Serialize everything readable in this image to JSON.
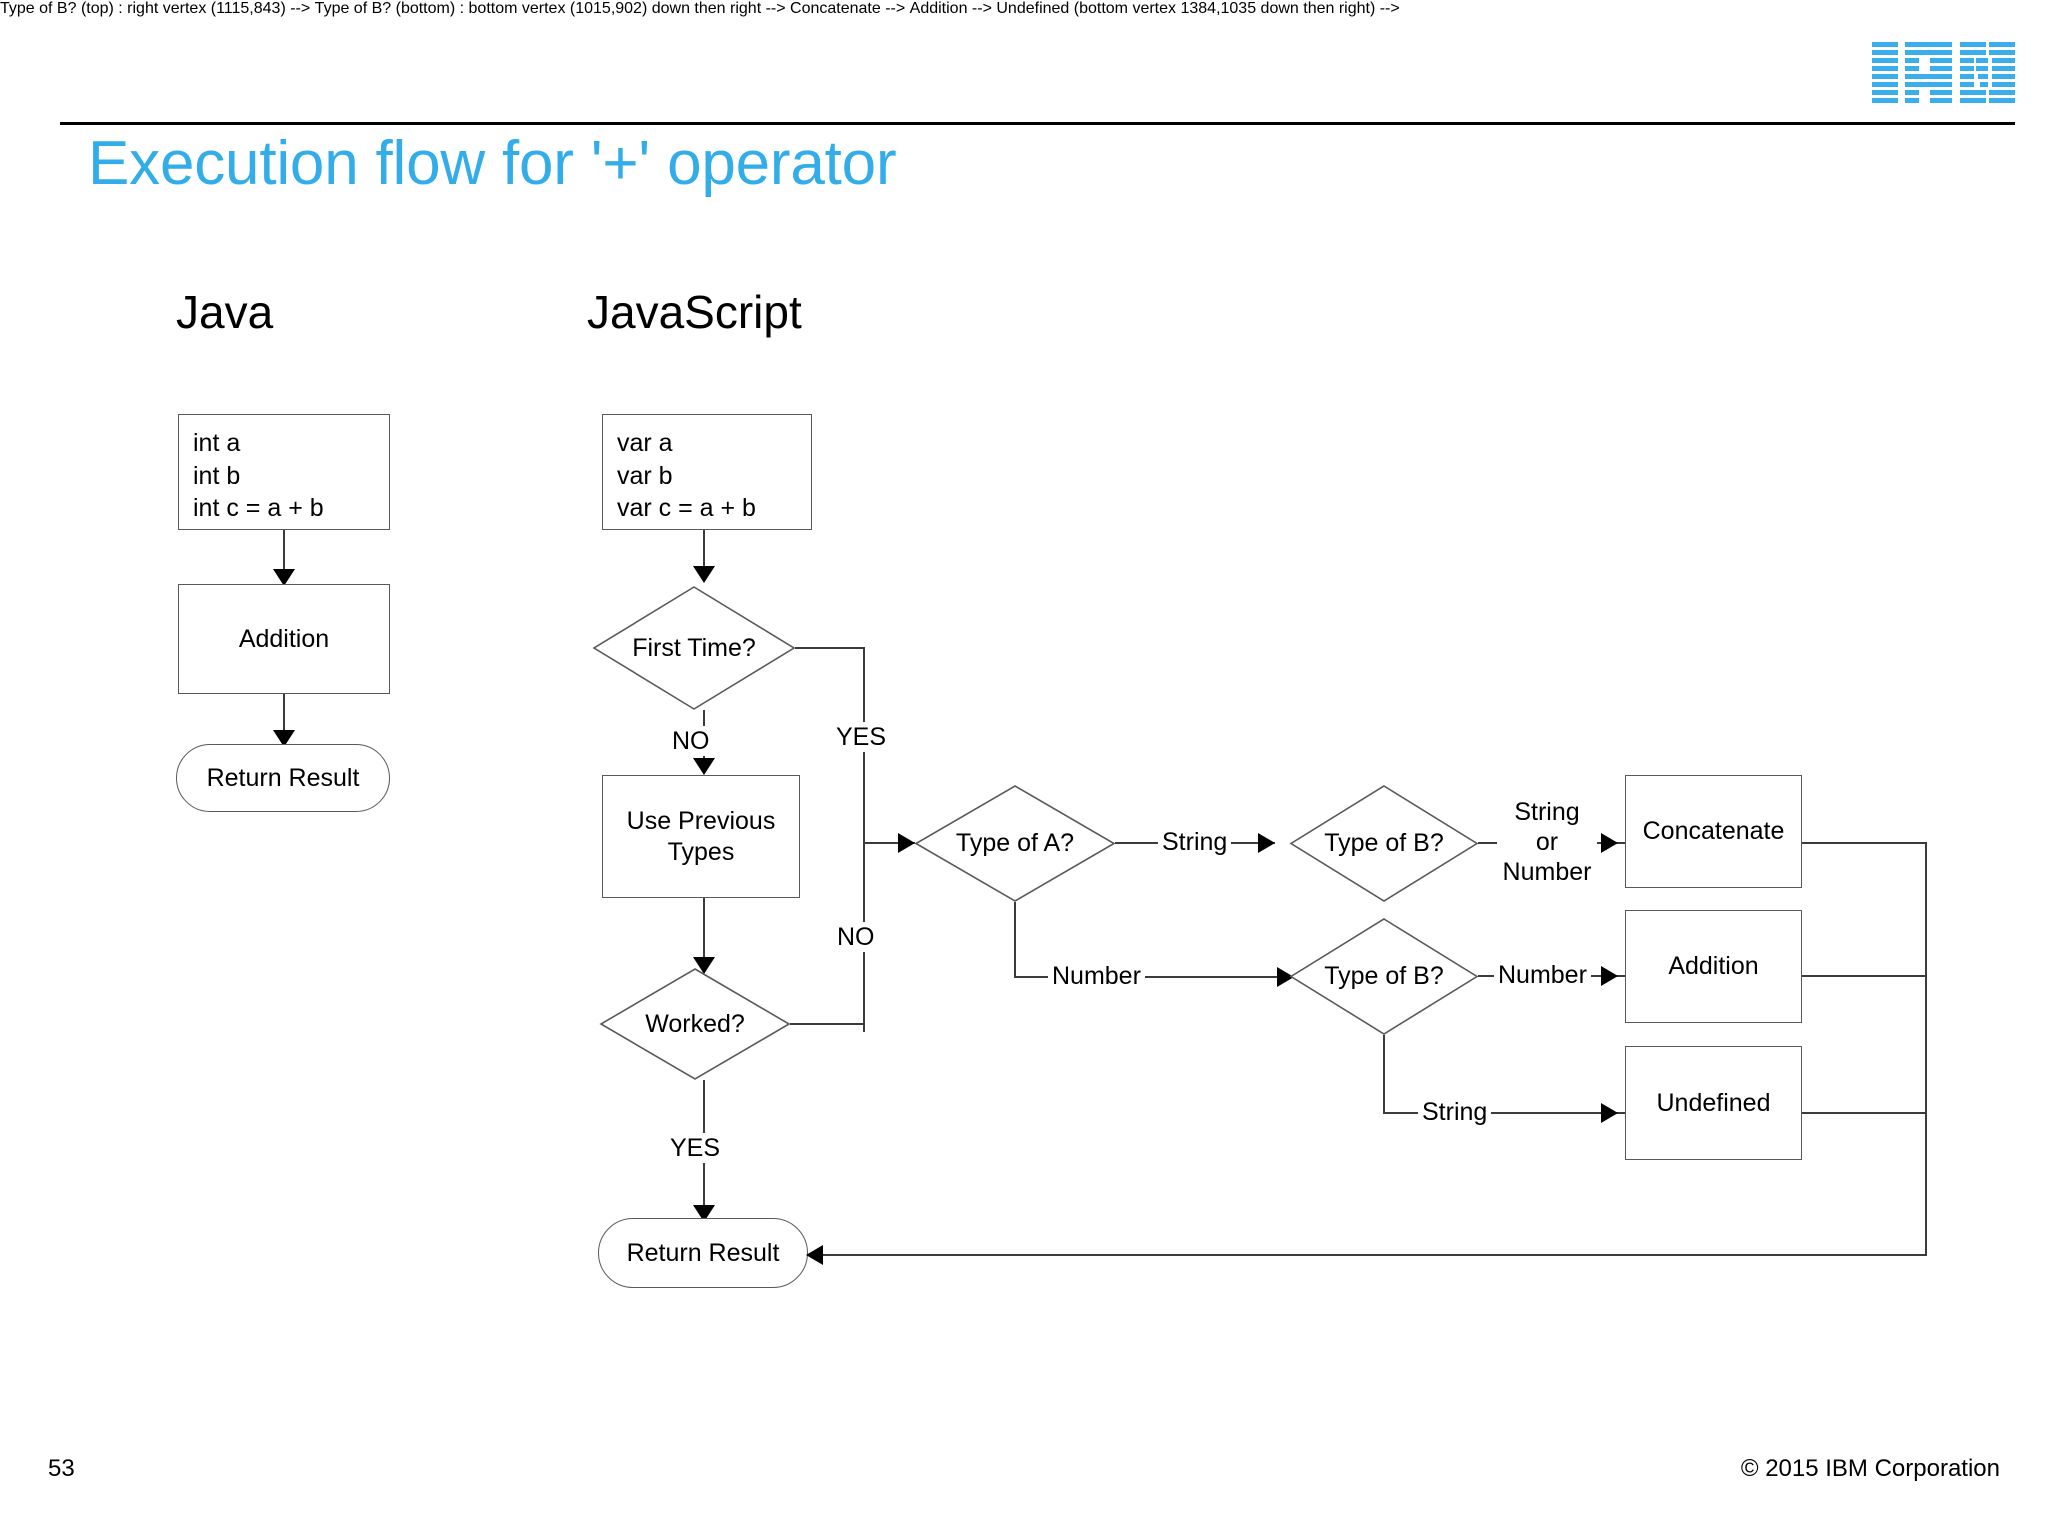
{
  "header": {
    "logo_alt": "IBM",
    "title": "Execution flow for '+' operator",
    "title_color": "#33ade9"
  },
  "footer": {
    "page_number": "53",
    "copyright": "© 2015 IBM Corporation"
  },
  "columns": {
    "java_heading": "Java",
    "javascript_heading": "JavaScript"
  },
  "java_flow": {
    "code_box": "int a\nint b\nint c = a + b",
    "process_box": "Addition",
    "terminator": "Return Result"
  },
  "javascript_flow": {
    "code_box": "var a\nvar b\nvar c = a + b",
    "decision_first_time": "First Time?",
    "label_first_time_no": "NO",
    "label_first_time_yes": "YES",
    "process_use_previous_types": "Use Previous\nTypes",
    "decision_worked": "Worked?",
    "label_worked_no": "NO",
    "label_worked_yes": "YES",
    "decision_type_a": "Type of A?",
    "label_a_string": "String",
    "label_a_number": "Number",
    "decision_type_b_top": "Type of B?",
    "decision_type_b_bottom": "Type of B?",
    "label_b_top_out": "String\nor\nNumber",
    "label_b_top_out_line1": "String",
    "label_b_top_out_line2": "or",
    "label_b_top_out_line3": "Number",
    "label_b_bottom_number": "Number",
    "label_b_bottom_string": "String",
    "result_concatenate": "Concatenate",
    "result_addition": "Addition",
    "result_undefined": "Undefined",
    "terminator": "Return Result"
  },
  "chart_data": {
    "type": "diagram",
    "title": "Execution flow for '+' operator",
    "diagram_kind": "flowchart",
    "lanes": [
      {
        "name": "Java",
        "nodes": [
          {
            "id": "j-code",
            "shape": "rectangle",
            "text": "int a / int b / int c = a + b"
          },
          {
            "id": "j-add",
            "shape": "rectangle",
            "text": "Addition"
          },
          {
            "id": "j-return",
            "shape": "rounded",
            "text": "Return Result"
          }
        ],
        "edges": [
          {
            "from": "j-code",
            "to": "j-add",
            "label": ""
          },
          {
            "from": "j-add",
            "to": "j-return",
            "label": ""
          }
        ]
      },
      {
        "name": "JavaScript",
        "nodes": [
          {
            "id": "js-code",
            "shape": "rectangle",
            "text": "var a / var b / var c = a + b"
          },
          {
            "id": "js-first",
            "shape": "diamond",
            "text": "First Time?"
          },
          {
            "id": "js-prev",
            "shape": "rectangle",
            "text": "Use Previous Types"
          },
          {
            "id": "js-worked",
            "shape": "diamond",
            "text": "Worked?"
          },
          {
            "id": "js-typea",
            "shape": "diamond",
            "text": "Type of A?"
          },
          {
            "id": "js-typeb-top",
            "shape": "diamond",
            "text": "Type of B?"
          },
          {
            "id": "js-typeb-bot",
            "shape": "diamond",
            "text": "Type of B?"
          },
          {
            "id": "js-concat",
            "shape": "rectangle",
            "text": "Concatenate"
          },
          {
            "id": "js-addition",
            "shape": "rectangle",
            "text": "Addition"
          },
          {
            "id": "js-undef",
            "shape": "rectangle",
            "text": "Undefined"
          },
          {
            "id": "js-return",
            "shape": "rounded",
            "text": "Return Result"
          }
        ],
        "edges": [
          {
            "from": "js-code",
            "to": "js-first",
            "label": ""
          },
          {
            "from": "js-first",
            "to": "js-prev",
            "label": "NO"
          },
          {
            "from": "js-first",
            "to": "js-typea",
            "label": "YES"
          },
          {
            "from": "js-prev",
            "to": "js-worked",
            "label": ""
          },
          {
            "from": "js-worked",
            "to": "js-typea",
            "label": "NO"
          },
          {
            "from": "js-worked",
            "to": "js-return",
            "label": "YES"
          },
          {
            "from": "js-typea",
            "to": "js-typeb-top",
            "label": "String"
          },
          {
            "from": "js-typea",
            "to": "js-typeb-bot",
            "label": "Number"
          },
          {
            "from": "js-typeb-top",
            "to": "js-concat",
            "label": "String or Number"
          },
          {
            "from": "js-typeb-bot",
            "to": "js-addition",
            "label": "Number"
          },
          {
            "from": "js-typeb-bot",
            "to": "js-undef",
            "label": "String"
          },
          {
            "from": "js-concat",
            "to": "js-return",
            "label": ""
          },
          {
            "from": "js-addition",
            "to": "js-return",
            "label": ""
          },
          {
            "from": "js-undef",
            "to": "js-return",
            "label": ""
          }
        ]
      }
    ]
  }
}
